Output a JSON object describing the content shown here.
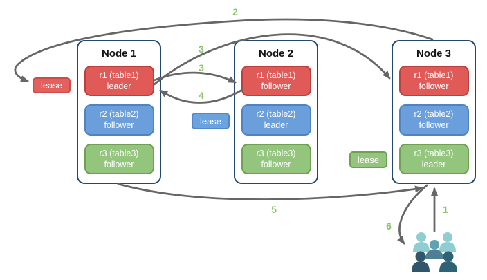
{
  "canvas": {
    "background": "#ffffff"
  },
  "nodes": [
    {
      "title": "Node 1",
      "replicas": [
        {
          "name": "r1 (table1)",
          "role": "leader",
          "color": "#e05a57"
        },
        {
          "name": "r2 (table2)",
          "role": "follower",
          "color": "#6b9fdb"
        },
        {
          "name": "r3 (table3)",
          "role": "follower",
          "color": "#93c57c"
        }
      ]
    },
    {
      "title": "Node 2",
      "replicas": [
        {
          "name": "r1 (table1)",
          "role": "follower",
          "color": "#e05a57"
        },
        {
          "name": "r2 (table2)",
          "role": "leader",
          "color": "#6b9fdb"
        },
        {
          "name": "r3 (table3)",
          "role": "follower",
          "color": "#93c57c"
        }
      ]
    },
    {
      "title": "Node 3",
      "replicas": [
        {
          "name": "r1 (table1)",
          "role": "follower",
          "color": "#e05a57"
        },
        {
          "name": "r2 (table2)",
          "role": "follower",
          "color": "#6b9fdb"
        },
        {
          "name": "r3 (table3)",
          "role": "leader",
          "color": "#93c57c"
        }
      ]
    }
  ],
  "leases": [
    {
      "label": "lease",
      "color": "#e2615e"
    },
    {
      "label": "lease",
      "color": "#6ba3e0"
    },
    {
      "label": "lease",
      "color": "#93c57c"
    }
  ],
  "steps": {
    "step1": "1",
    "step2": "2",
    "step3_a": "3",
    "step3_b": "3",
    "step4": "4",
    "step5": "5",
    "step6": "6"
  },
  "colors": {
    "node_border": "#24496e",
    "arrow": "#666666",
    "step_label": "#8cc46f",
    "users_light": "#8fcdd3",
    "users_mid_head": "#5da3b1",
    "users_mid_body": "#4e7f93",
    "users_dark_left": "#31566c",
    "users_dark_right": "#2d6374"
  },
  "icons": {
    "users": "users-group-icon"
  }
}
